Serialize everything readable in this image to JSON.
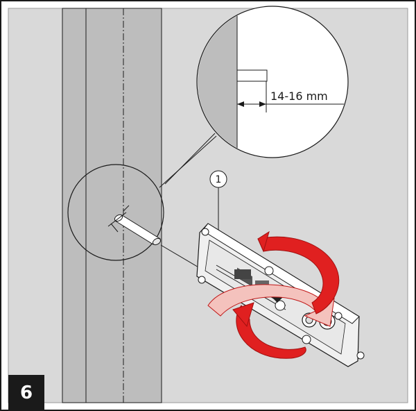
{
  "illustration": {
    "step_number": "6",
    "callout_number": "1",
    "dimension_label": "14-16 mm"
  },
  "colors": {
    "background": "#ffffff",
    "panel": "#d9d9d9",
    "frame": "#bdbdbd",
    "frame_stripe": "#c4c4c4",
    "line": "#1a1a1a",
    "arrow_red": "#e02020",
    "arrow_pink": "#f4c2bd"
  }
}
